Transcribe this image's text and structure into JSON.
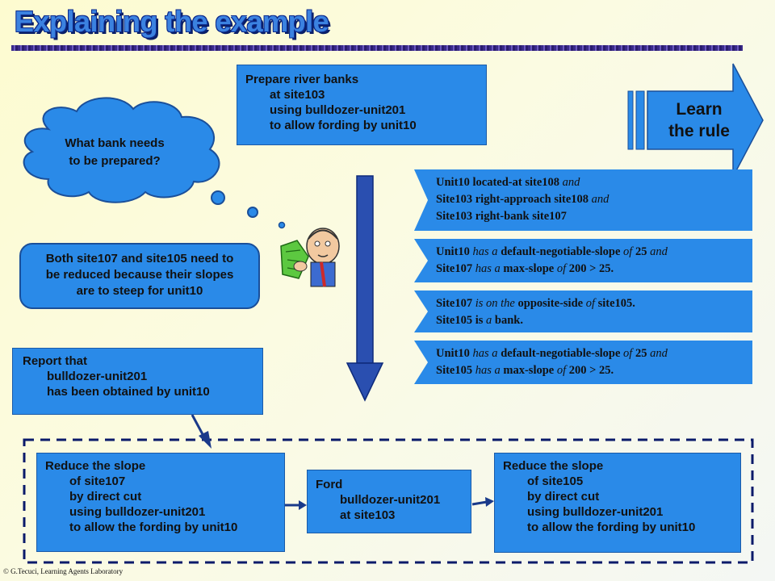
{
  "title": "Explaining the example",
  "cloud_question": {
    "line1": "What bank needs",
    "line2": "to be prepared?"
  },
  "task_top": {
    "line1": "Prepare river banks",
    "line2": "at site103",
    "line3": "using bulldozer-unit201",
    "line4": "to allow fording by unit10"
  },
  "learn_arrow": {
    "line1": "Learn",
    "line2": "the rule"
  },
  "explanations": [
    {
      "p": [
        "Unit10 located-at site108",
        " and"
      ],
      "q": [
        "Site103 right-approach site108",
        " and"
      ],
      "r": [
        "Site103 right-bank site107",
        ""
      ]
    },
    {
      "a1": "Unit10",
      "a2": " has a ",
      "a3": "default-negotiable-slope",
      "a4": " of ",
      "a5": "25",
      "a6": " and",
      "b1": "Site107",
      "b2": " has a ",
      "b3": "max-slope",
      "b4": " of ",
      "b5": "200 > 25."
    },
    {
      "a1": "Site107",
      "a2": " is on the ",
      "a3": "opposite-side",
      "a4": " of ",
      "a5": "site105.",
      "b1": "Site105",
      "b2": " is ",
      "b3": "a",
      "b4": " bank."
    },
    {
      "a1": "Unit10",
      "a2": " has a ",
      "a3": "default-negotiable-slope",
      "a4": " of ",
      "a5": "25",
      "a6": " and",
      "b1": "Site105",
      "b2": " has a ",
      "b3": "max-slope",
      "b4": " of ",
      "b5": "200 > 25."
    }
  ],
  "thought_bubble": {
    "line1": "Both site107 and site105 need to",
    "line2": "be reduced because their slopes",
    "line3": "are to steep for unit10"
  },
  "report_box": {
    "line1": "Report that",
    "line2": "bulldozer-unit201",
    "line3": "has been obtained by unit10"
  },
  "subtask_1": {
    "line1": "Reduce the slope",
    "line2": "of site107",
    "line3": "by direct cut",
    "line4": "using bulldozer-unit201",
    "line5": "to allow the fording by unit10"
  },
  "subtask_2": {
    "line1": "Ford",
    "line2": "bulldozer-unit201",
    "line3": "at site103"
  },
  "subtask_3": {
    "line1": "Reduce the slope",
    "line2": "of site105",
    "line3": "by direct cut",
    "line4": "using bulldozer-unit201",
    "line5": "to allow the fording by unit10"
  },
  "copyright": "© G.Tecuci, Learning Agents Laboratory",
  "colors": {
    "box": "#2a8ae8",
    "title": "#3b82e0",
    "arrow": "#2a4fb0",
    "dashed": "#0a1a6a"
  },
  "icons": [
    "cloud-icon",
    "thought-circle-icon",
    "person-holding-money-icon",
    "down-arrow-icon",
    "right-arrow-icon"
  ]
}
